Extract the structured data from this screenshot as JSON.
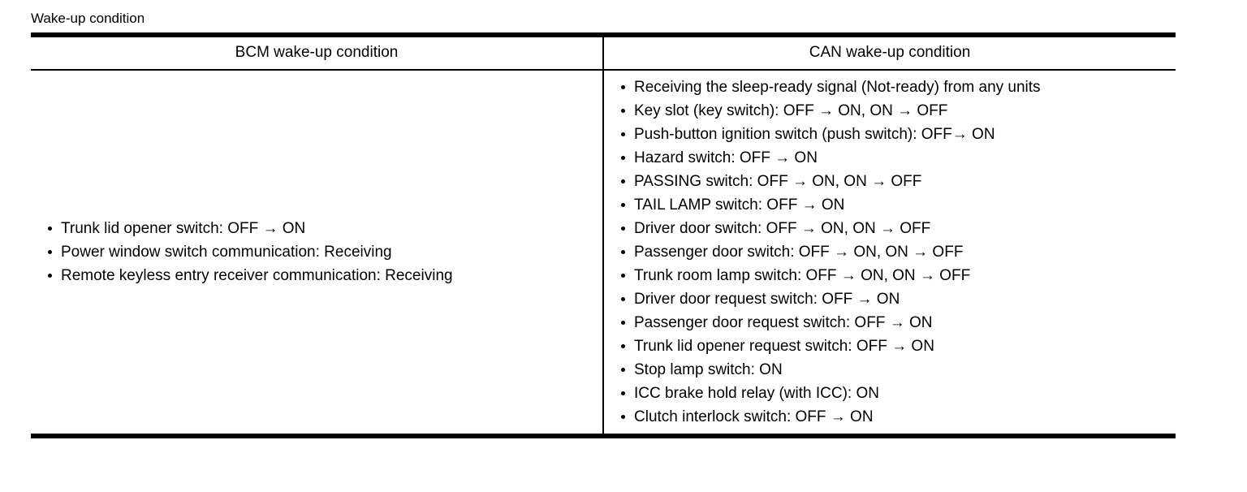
{
  "title": "Wake-up condition",
  "table": {
    "headers": [
      "BCM wake-up condition",
      "CAN wake-up condition"
    ],
    "bcm_items": [
      "Trunk lid opener switch: OFF → ON",
      "Power window switch communication: Receiving",
      "Remote keyless entry receiver communication: Receiving"
    ],
    "can_items": [
      "Receiving the sleep-ready signal (Not-ready) from any units",
      "Key slot (key switch): OFF → ON, ON → OFF",
      "Push-button ignition switch (push switch): OFF→ ON",
      "Hazard switch: OFF → ON",
      "PASSING switch: OFF → ON, ON → OFF",
      "TAIL LAMP switch: OFF → ON",
      "Driver door switch: OFF → ON, ON → OFF",
      "Passenger door switch: OFF → ON, ON → OFF",
      "Trunk room lamp switch: OFF → ON, ON → OFF",
      "Driver door request switch: OFF → ON",
      "Passenger door request switch: OFF → ON",
      "Trunk lid opener request switch: OFF → ON",
      "Stop lamp switch: ON",
      "ICC brake hold relay (with ICC): ON",
      "Clutch interlock switch: OFF → ON"
    ]
  },
  "colors": {
    "text": "#000000",
    "background": "#ffffff",
    "border": "#000000"
  }
}
